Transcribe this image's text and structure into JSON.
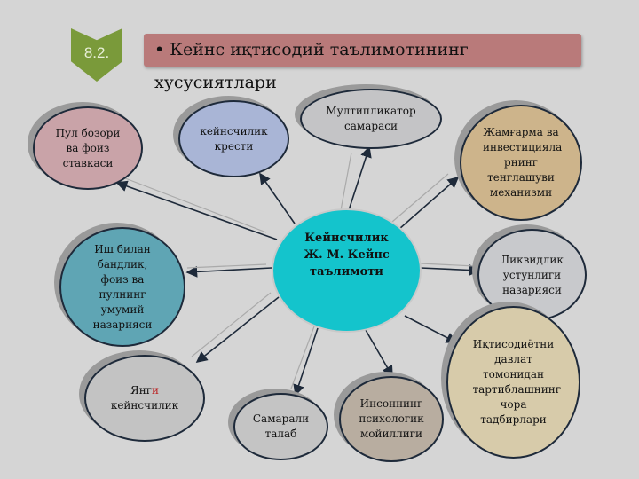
{
  "badge": "8.2.",
  "title": "Кейнс иқтисодий таълимотининг хусусиятлари",
  "center": [
    "Кейнсчилик",
    "Ж. М. Кейнс",
    "таълимоти"
  ],
  "nodes": {
    "pul": "Пул бозори ва фоиз ставкаси",
    "krest": "кейнсчилик крести",
    "mult": "Мултипликатор самараси",
    "jamgarma": "Жамғарма ва инвестицияла рнинг тенглашуви механизми",
    "ish": "Иш билан бандлик, фоиз ва пулнинг умумий назарияси",
    "likvid": "Ликвидлик устунлиги назарияси",
    "yangi_a": "Янг",
    "yangi_b": "и",
    "yangi_c": "кейнсчилик",
    "samarali": "Самарали талаб",
    "inson": "Инсоннинг психологик мойиллиги",
    "iqtisod": "Иқтисодиётни давлат томонидан тартиблашнинг чора тадбирлари"
  },
  "colors": {
    "center": "#14c4cc",
    "title": "#b97a7a",
    "badge": "#7a9a3a"
  }
}
